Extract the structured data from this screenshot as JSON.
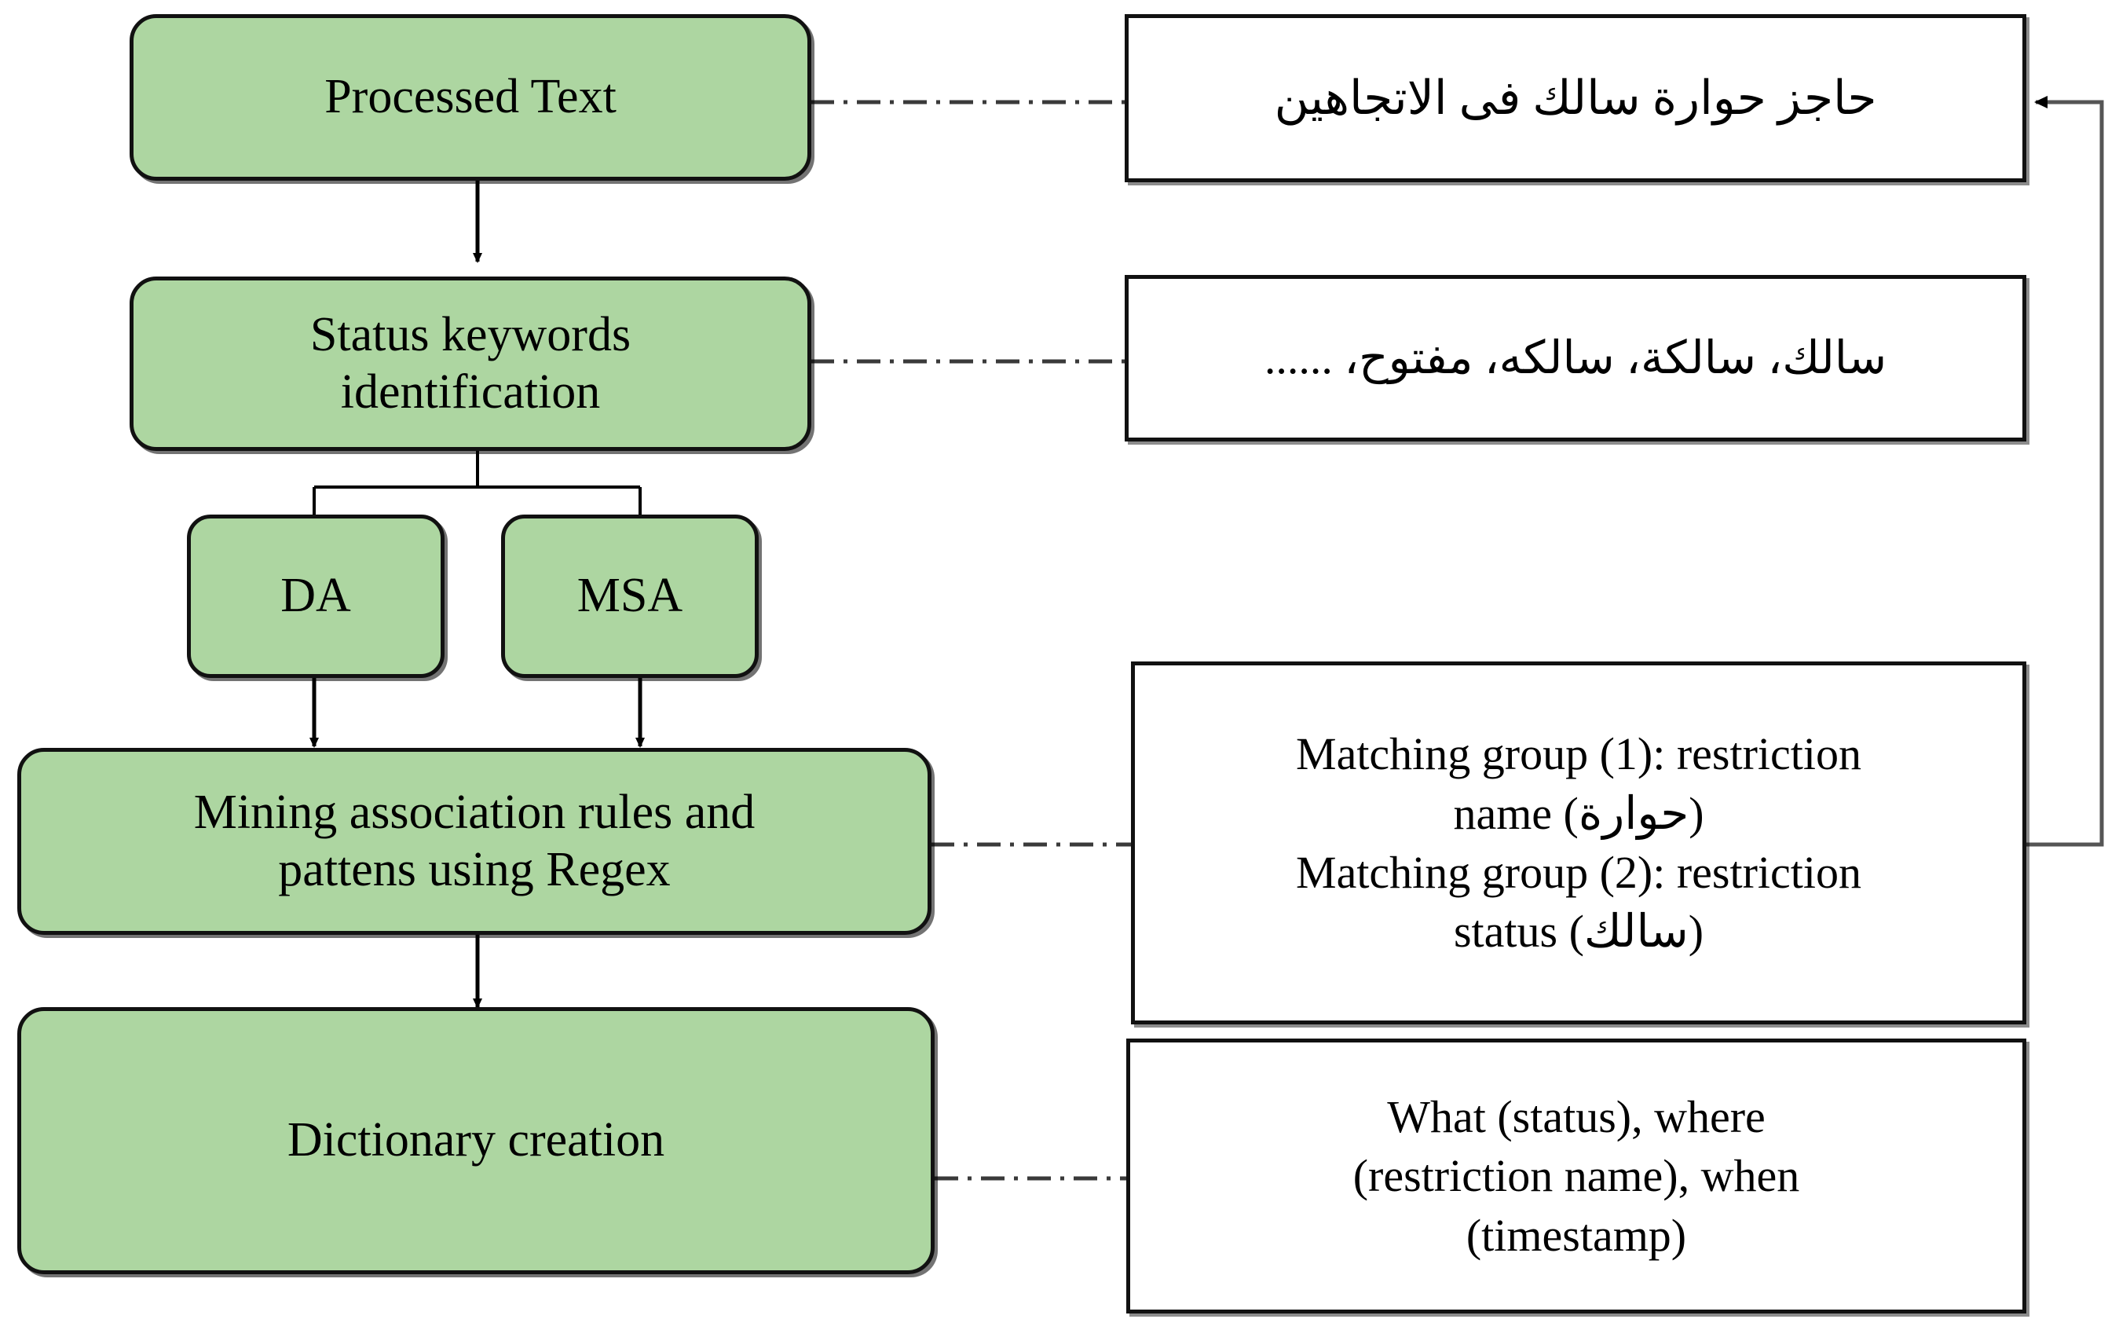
{
  "diagram": {
    "title": "Status keyword extraction and dictionary creation pipeline",
    "colors": {
      "process_fill": "#ADD6A1",
      "stroke": "#111111",
      "note_fill": "#FFFFFF",
      "connector": "#3A3A3A"
    }
  },
  "process_nodes": [
    {
      "id": "processed-text",
      "label": "Processed Text"
    },
    {
      "id": "status-keywords",
      "label_line1": "Status keywords",
      "label_line2": "identification"
    },
    {
      "id": "da",
      "label": "DA"
    },
    {
      "id": "msa",
      "label": "MSA"
    },
    {
      "id": "mining",
      "label_line1": "Mining association rules and",
      "label_line2": "pattens using Regex"
    },
    {
      "id": "dictionary",
      "label": "Dictionary creation"
    }
  ],
  "note_nodes": [
    {
      "id": "note-processed-text",
      "direction": "rtl",
      "lines": [
        "حاجز حوارة سالك فى الاتجاهين"
      ]
    },
    {
      "id": "note-status-keywords",
      "direction": "rtl",
      "lines": [
        "سالك، سالكة، سالكه، مفتوح، ......"
      ]
    },
    {
      "id": "note-matching-groups",
      "direction": "mixed",
      "lines": [
        "Matching group (1): restriction",
        "name (حوارة)",
        "Matching group (2): restriction",
        "status (سالك)"
      ]
    },
    {
      "id": "note-dictionary",
      "direction": "mixed",
      "lines": [
        "What (status), where",
        "(restriction name), when",
        "(timestamp)"
      ]
    }
  ],
  "connectors": [
    {
      "id": "arrow-processed-to-status",
      "kind": "arrow",
      "from": "processed-text",
      "to": "status-keywords"
    },
    {
      "id": "branch-status-to-da",
      "kind": "branch",
      "from": "status-keywords",
      "to": "da"
    },
    {
      "id": "branch-status-to-msa",
      "kind": "branch",
      "from": "status-keywords",
      "to": "msa"
    },
    {
      "id": "arrow-da-to-mining",
      "kind": "arrow",
      "from": "da",
      "to": "mining"
    },
    {
      "id": "arrow-msa-to-mining",
      "kind": "arrow",
      "from": "msa",
      "to": "mining"
    },
    {
      "id": "arrow-mining-to-dictionary",
      "kind": "arrow",
      "from": "mining",
      "to": "dictionary"
    },
    {
      "id": "link-processed-text-note",
      "kind": "dashdot",
      "from": "processed-text",
      "to": "note-processed-text"
    },
    {
      "id": "link-status-keywords-note",
      "kind": "dashdot",
      "from": "status-keywords",
      "to": "note-status-keywords"
    },
    {
      "id": "link-mining-note",
      "kind": "dashdot",
      "from": "mining",
      "to": "note-matching-groups"
    },
    {
      "id": "link-dictionary-note",
      "kind": "dashdot",
      "from": "dictionary",
      "to": "note-dictionary"
    },
    {
      "id": "feedback-loop",
      "kind": "arrow",
      "from": "note-matching-groups",
      "to": "note-processed-text"
    }
  ]
}
